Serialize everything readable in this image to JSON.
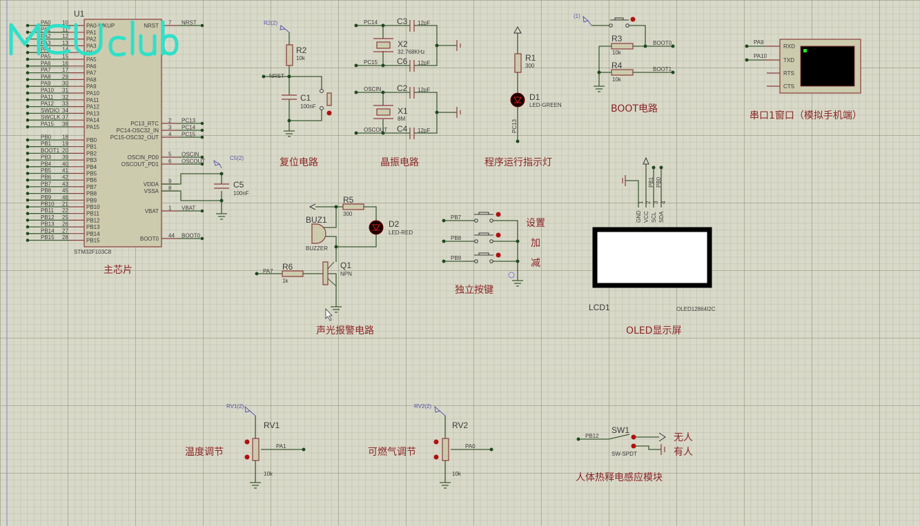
{
  "watermark": "MCUclub",
  "mcu": {
    "ref": "U1",
    "part": "STM32F103C8",
    "left_pins": [
      {
        "net": "PA0",
        "num": "10",
        "name": "PA0-WKUP"
      },
      {
        "net": "PA1",
        "num": "11",
        "name": "PA1"
      },
      {
        "net": "PA2",
        "num": "12",
        "name": "PA2"
      },
      {
        "net": "PA3",
        "num": "13",
        "name": "PA3"
      },
      {
        "net": "PA4",
        "num": "14",
        "name": "PA4"
      },
      {
        "net": "PA5",
        "num": "15",
        "name": "PA5"
      },
      {
        "net": "PA6",
        "num": "16",
        "name": "PA6"
      },
      {
        "net": "PA7",
        "num": "17",
        "name": "PA7"
      },
      {
        "net": "PA8",
        "num": "29",
        "name": "PA8"
      },
      {
        "net": "PA9",
        "num": "30",
        "name": "PA9"
      },
      {
        "net": "PA10",
        "num": "31",
        "name": "PA10"
      },
      {
        "net": "PA11",
        "num": "32",
        "name": "PA11"
      },
      {
        "net": "PA12",
        "num": "33",
        "name": "PA12"
      },
      {
        "net": "SWDIO",
        "num": "34",
        "name": "PA13"
      },
      {
        "net": "SWCLK",
        "num": "37",
        "name": "PA14"
      },
      {
        "net": "PA15",
        "num": "38",
        "name": "PA15"
      },
      {
        "net": "PB0",
        "num": "18",
        "name": "PB0"
      },
      {
        "net": "PB1",
        "num": "19",
        "name": "PB1"
      },
      {
        "net": "BOOT1",
        "num": "20",
        "name": "PB2"
      },
      {
        "net": "PB3",
        "num": "39",
        "name": "PB3"
      },
      {
        "net": "PB4",
        "num": "40",
        "name": "PB4"
      },
      {
        "net": "PB5",
        "num": "41",
        "name": "PB5"
      },
      {
        "net": "PB6",
        "num": "42",
        "name": "PB6"
      },
      {
        "net": "PB7",
        "num": "43",
        "name": "PB7"
      },
      {
        "net": "PB8",
        "num": "45",
        "name": "PB8"
      },
      {
        "net": "PB9",
        "num": "46",
        "name": "PB9"
      },
      {
        "net": "PB10",
        "num": "21",
        "name": "PB10"
      },
      {
        "net": "PB11",
        "num": "22",
        "name": "PB11"
      },
      {
        "net": "PB12",
        "num": "25",
        "name": "PB12"
      },
      {
        "net": "PB13",
        "num": "26",
        "name": "PB13"
      },
      {
        "net": "PB14",
        "num": "27",
        "name": "PB14"
      },
      {
        "net": "PB15",
        "num": "28",
        "name": "PB15"
      }
    ],
    "right_pins": [
      {
        "net": "NRST",
        "num": "7",
        "name": "NRST"
      },
      {
        "net": "PC13",
        "num": "2",
        "name": "PC13_RTC"
      },
      {
        "net": "PC14",
        "num": "3",
        "name": "PC14-OSC32_IN"
      },
      {
        "net": "PC15",
        "num": "4",
        "name": "PC15-OSC32_OUT"
      },
      {
        "net": "OSCIN",
        "num": "5",
        "name": "OSCIN_PD0"
      },
      {
        "net": "OSCOUT",
        "num": "6",
        "name": "OSCOUT_PD1"
      },
      {
        "net": "",
        "num": "9",
        "name": "VDDA"
      },
      {
        "net": "",
        "num": "8",
        "name": "VSSA"
      },
      {
        "net": "VBAT",
        "num": "1",
        "name": "VBAT"
      },
      {
        "net": "BOOT0",
        "num": "44",
        "name": "BOOT0"
      }
    ],
    "c5": {
      "ref": "C5",
      "value": "100nF",
      "probe": "C5(2)"
    }
  },
  "reset": {
    "probe": "R2(2)",
    "r_ref": "R2",
    "r_val": "10k",
    "net": "NRST",
    "c_ref": "C1",
    "c_val": "100nF"
  },
  "crystal": {
    "x2": {
      "ref": "X2",
      "value": "32.768KHz",
      "net_a": "PC14",
      "net_b": "PC15",
      "c_a": "C3",
      "c_b": "C6",
      "c_val": "12pF"
    },
    "x1": {
      "ref": "X1",
      "value": "8M",
      "net_a": "OSCIN",
      "net_b": "OSCOUT",
      "c_a": "C2",
      "c_b": "C4",
      "c_val": "12pF"
    }
  },
  "indicator": {
    "r_ref": "R1",
    "r_val": "300",
    "d_ref": "D1",
    "d_val": "LED-GREEN",
    "net": "PC13"
  },
  "boot": {
    "probe": "(1)",
    "r3": "R3",
    "r3_val": "10k",
    "r4": "R4",
    "r4_val": "10k",
    "net0": "BOOT0",
    "net1": "BOOT1"
  },
  "serial": {
    "pins": [
      "RXD",
      "TXD",
      "RTS",
      "CTS"
    ],
    "net_rx": "PA9",
    "net_tx": "PA10"
  },
  "alarm": {
    "buz_ref": "BUZ1",
    "buz_val": "BUZZER",
    "r5": "R5",
    "r5_val": "300",
    "d2": "D2",
    "d2_val": "LED-RED",
    "r6": "R6",
    "r6_val": "1k",
    "q1": "Q1",
    "q1_val": "NPN",
    "net": "PA7"
  },
  "keys": {
    "nets": [
      "PB7",
      "PB8",
      "PB9"
    ],
    "labels": [
      "设置",
      "加",
      "减"
    ]
  },
  "oled": {
    "pin_names": [
      "GND",
      "VCC",
      "SCL",
      "SDA"
    ],
    "pin_nums": [
      "1",
      "2",
      "3",
      "4"
    ],
    "nets": [
      "PB1",
      "PB0"
    ],
    "ref": "LCD1",
    "part": "OLED12864I2C"
  },
  "rv1": {
    "probe": "RV1(2)",
    "ref": "RV1",
    "val": "10k",
    "net": "PA1"
  },
  "rv2": {
    "probe": "RV2(2)",
    "ref": "RV2",
    "val": "10k",
    "net": "PA0"
  },
  "sw1": {
    "ref": "SW1",
    "val": "SW-SPDT",
    "net": "PB12",
    "out1": "无人",
    "out2": "有人"
  },
  "sections": {
    "mcu": "主芯片",
    "reset": "复位电路",
    "crystal": "晶振电路",
    "indicator": "程序运行指示灯",
    "boot": "BOOT电路",
    "serial": "串口1窗口（模拟手机端）",
    "alarm": "声光报警电路",
    "keys": "独立按键",
    "oled": "OLED显示屏",
    "temp": "温度调节",
    "gas": "可燃气调节",
    "pir": "人体热释电感应模块"
  }
}
